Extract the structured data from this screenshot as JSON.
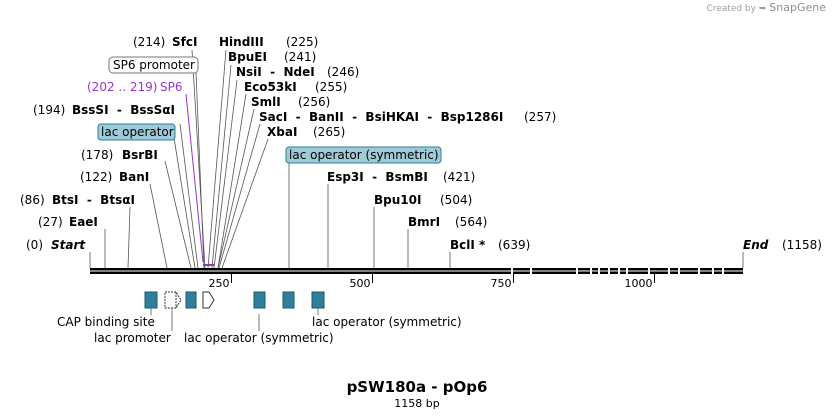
{
  "watermark": {
    "prefix": "Created by",
    "brand": "SnapGene"
  },
  "map": {
    "title": "pSW180a - pOp6",
    "length_label": "1158 bp",
    "total_bp": 1158,
    "start_label": "Start",
    "end_label": "End",
    "start_pos": "(0)",
    "end_pos": "(1158)",
    "ruler_ticks": [
      {
        "bp": 250,
        "label": "250"
      },
      {
        "bp": 500,
        "label": "500"
      },
      {
        "bp": 750,
        "label": "750"
      },
      {
        "bp": 1000,
        "label": "1000"
      }
    ]
  },
  "site_labels": [
    {
      "id": "sfci",
      "left": "(214)",
      "name": "SfcI",
      "right": "",
      "bp": 214
    },
    {
      "id": "hindiii",
      "left": "",
      "name": "HindIII",
      "right": "(225)",
      "bp": 225
    },
    {
      "id": "bpuei",
      "left": "",
      "name": "BpuEI",
      "right": "(241)",
      "bp": 241
    },
    {
      "id": "nsii",
      "left": "",
      "name": "NsiI  -  NdeI",
      "right": "(246)",
      "bp": 246
    },
    {
      "id": "eco53ki",
      "left": "",
      "name": "Eco53kI",
      "right": "(255)",
      "bp": 255
    },
    {
      "id": "smli",
      "left": "",
      "name": "SmlI",
      "right": "(256)",
      "bp": 256
    },
    {
      "id": "bsssi",
      "left": "(194)",
      "name": "BssSI  -  BssSαI",
      "right": "",
      "bp": 194
    },
    {
      "id": "saci",
      "left": "",
      "name": "SacI  -  BanII  -  BsiHKAI  -  Bsp1286I",
      "right": "(257)",
      "bp": 257
    },
    {
      "id": "xbai",
      "left": "",
      "name": "XbaI",
      "right": "(265)",
      "bp": 265
    },
    {
      "id": "bsrbi",
      "left": "(178)",
      "name": "BsrBI",
      "right": "",
      "bp": 178
    },
    {
      "id": "bani",
      "left": "(122)",
      "name": "BanI",
      "right": "",
      "bp": 122
    },
    {
      "id": "esp3i",
      "left": "",
      "name": "Esp3I  -  BsmBI",
      "right": "(421)",
      "bp": 421
    },
    {
      "id": "btsi",
      "left": "(86)",
      "name": "BtsI  -  BtsαI",
      "right": "",
      "bp": 86
    },
    {
      "id": "bpu10i",
      "left": "",
      "name": "Bpu10I",
      "right": "(504)",
      "bp": 504
    },
    {
      "id": "eaei",
      "left": "(27)",
      "name": "EaeI",
      "right": "",
      "bp": 27
    },
    {
      "id": "bmri",
      "left": "",
      "name": "BmrI",
      "right": "(564)",
      "bp": 564
    },
    {
      "id": "bcli",
      "left": "",
      "name": "BclI *",
      "right": "(639)",
      "bp": 639
    }
  ],
  "primer": {
    "range": "(202 .. 219)",
    "name": "SP6",
    "color": "#9933cc"
  },
  "feature_boxes": [
    {
      "id": "sp6-promoter",
      "text": "SP6 promoter",
      "style": "white"
    },
    {
      "id": "lac-operator",
      "text": "lac operator",
      "style": "teal"
    },
    {
      "id": "lac-operator-sym",
      "text": "lac operator (symmetric)",
      "style": "teal"
    }
  ],
  "bottom_labels": [
    {
      "id": "cap-binding-site",
      "text": "CAP binding site"
    },
    {
      "id": "lac-promoter",
      "text": "lac promoter"
    },
    {
      "id": "lac-operator-sym-1",
      "text": "lac operator (symmetric)"
    },
    {
      "id": "lac-operator-sym-2",
      "text": "lac operator (symmetric)"
    }
  ],
  "colors": {
    "feature_teal": "#2e7f9a",
    "feature_label_bg": "#9fcbd8",
    "primer": "#9933cc"
  }
}
